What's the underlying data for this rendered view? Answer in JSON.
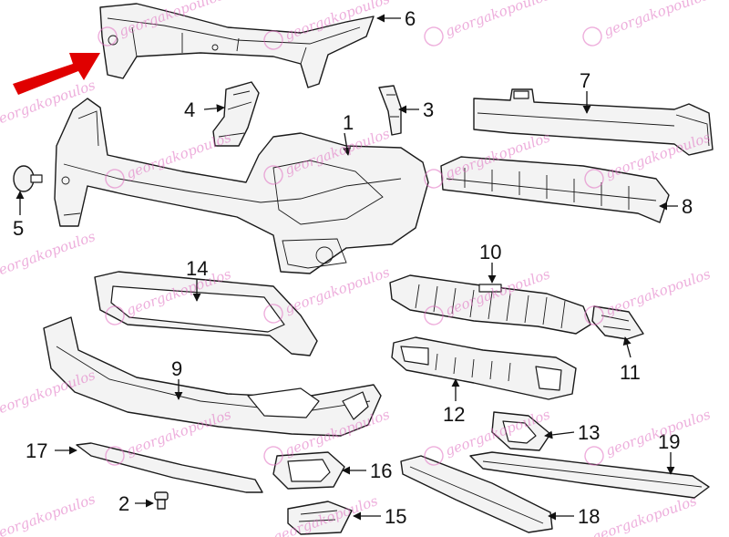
{
  "diagram": {
    "callouts": [
      "1",
      "2",
      "3",
      "4",
      "5",
      "6",
      "7",
      "8",
      "9",
      "10",
      "11",
      "12",
      "13",
      "14",
      "15",
      "16",
      "17",
      "18",
      "19"
    ],
    "watermark": {
      "text": "georgakopoulos"
    },
    "highlight_color": "#e00000",
    "watermark_color": "#e06cc0"
  }
}
